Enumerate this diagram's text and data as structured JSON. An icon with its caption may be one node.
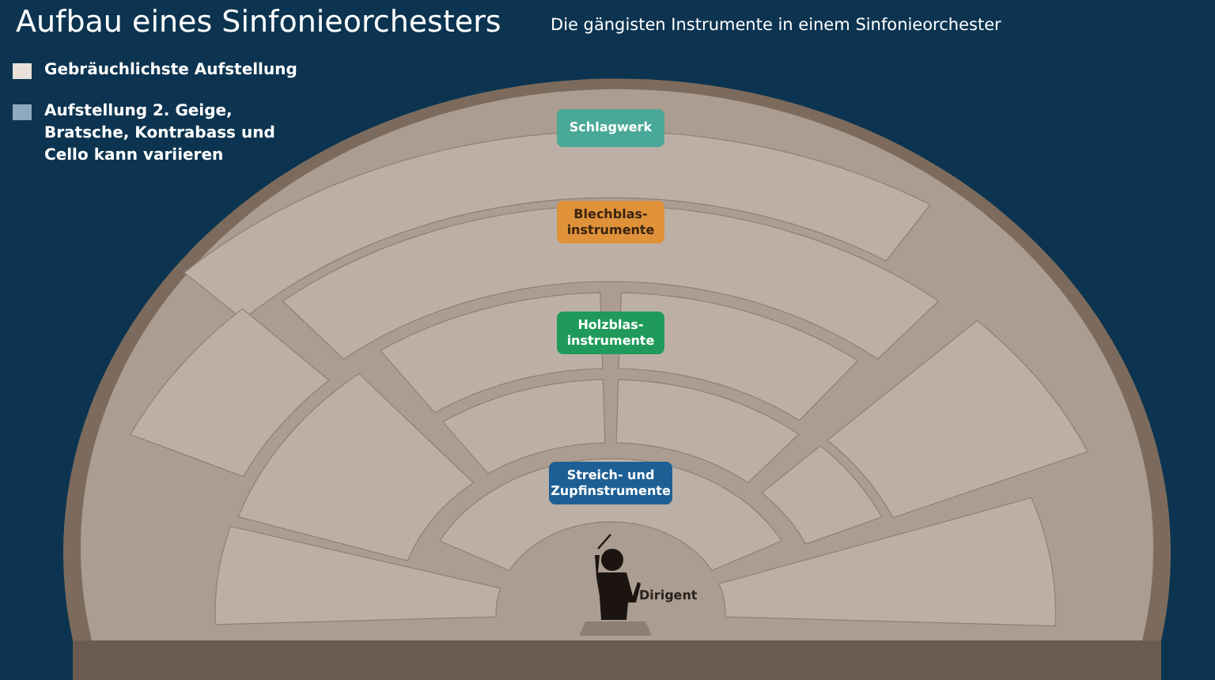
{
  "diagram": {
    "title": "Aufbau eines Sinfonieorchesters",
    "nodes": [
      {
        "text": [
          "Schlagwerk"
        ]
      },
      {
        "text": [
          "Blechblas- instrumente"
        ]
      },
      {
        "text": [
          "Holzblas- instrumente"
        ]
      },
      {
        "text": [
          "Streich- und Zupfinstrumente"
        ]
      }
    ],
    "labels": [
      "Die gängisten Instrumente in einem Sinfonieorchester",
      "Dirigent"
    ],
    "legend": [
      {
        "text": "Gebräuchlichste Aufstellung",
        "color": "#e9e1d9"
      },
      {
        "text": "Aufstellung 2. Geige, Bratsche, Kontrabass  und Cello kann variieren",
        "color": "#8fa9c0"
      }
    ]
  }
}
